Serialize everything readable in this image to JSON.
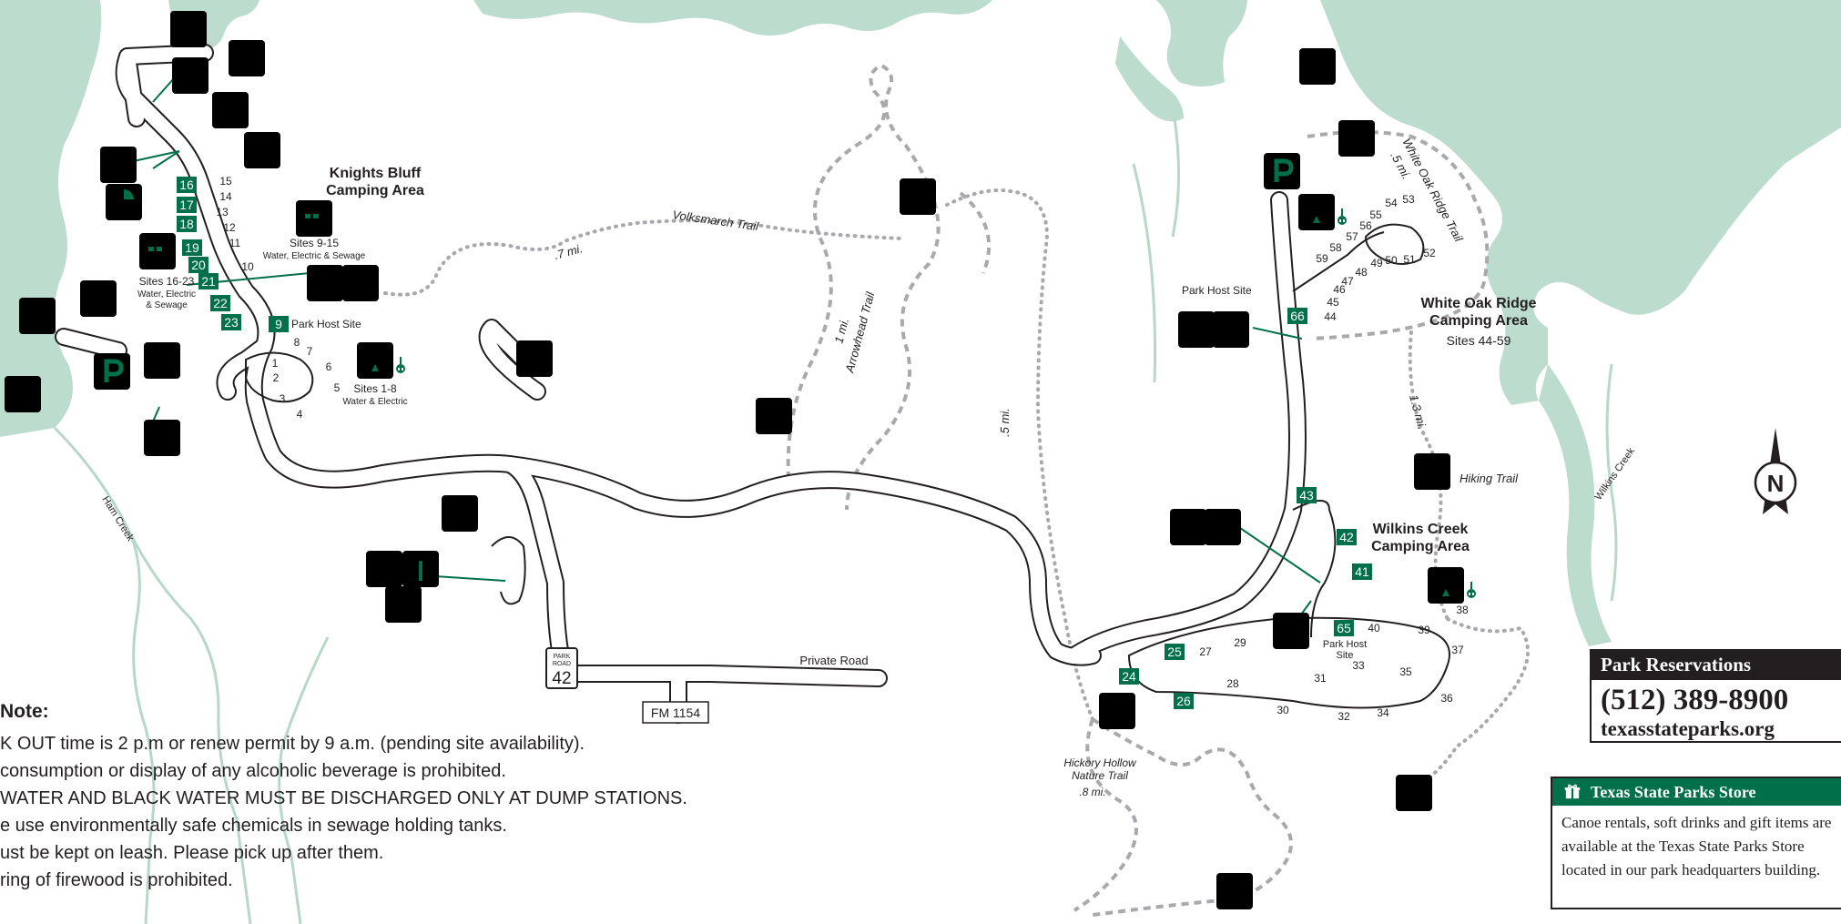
{
  "map": {
    "areas": {
      "knights_bluff": [
        "Knights Bluff",
        "Camping Area"
      ],
      "white_oak_ridge": [
        "White Oak Ridge",
        "Camping Area"
      ],
      "wilkins_creek": [
        "Wilkins Creek",
        "Camping Area"
      ]
    },
    "sites": {
      "s9_15": "Sites 9-15",
      "s9_15_sub": "Water, Electric & Sewage",
      "s16_23": "Sites 16-23",
      "s16_23_sub1": "Water, Electric",
      "s16_23_sub2": "& Sewage",
      "s1_8": "Sites 1-8",
      "s1_8_sub": "Water & Electric",
      "s44_59": "Sites 44-59",
      "park_host_site": "Park Host Site",
      "park_host_site_2": "Park Host Site",
      "park_host_wilkins_1": "Park Host",
      "park_host_wilkins_2": "Site"
    },
    "trails": {
      "volksmarch": "Volksmarch Trail",
      "volksmarch_dist": ".7 mi.",
      "arrowhead": "Arrowhead Trail",
      "arrowhead_dist": "1 mi.",
      "center_dist": ".5 mi.",
      "white_oak_trail": "White Oak Ridge Trail",
      "white_oak_dist": ".5 mi.",
      "hiking_trail": "Hiking Trail",
      "hiking_dist": "1.3 mi.",
      "hickory_1": "Hickory Hollow",
      "hickory_2": "Nature Trail",
      "hickory_dist": ".8 mi."
    },
    "creeks": {
      "ham": "Ham Creek",
      "wilkins": "Wilkins Creek"
    },
    "roads": {
      "private_road": "Private Road",
      "fm": "FM 1154",
      "park_road_1": "PARK",
      "park_road_2": "ROAD",
      "park_road_num": "42"
    },
    "north": "N",
    "parking": "P",
    "site_numbers": {
      "kb_small": [
        "15",
        "14",
        "13",
        "12",
        "11",
        "10",
        "8",
        "7",
        "6",
        "5",
        "4",
        "3",
        "2",
        "1"
      ],
      "kb_boxes": [
        "16",
        "17",
        "18",
        "19",
        "20",
        "21",
        "22",
        "23",
        "9"
      ],
      "wo_small": [
        "54",
        "53",
        "55",
        "56",
        "57",
        "58",
        "59",
        "47",
        "48",
        "49",
        "50",
        "51",
        "52",
        "46",
        "45",
        "44"
      ],
      "wo_boxes": [
        "66"
      ],
      "wc_boxes": [
        "43",
        "42",
        "41",
        "65",
        "25",
        "24",
        "26"
      ],
      "wc_small": [
        "40",
        "39",
        "38",
        "37",
        "36",
        "35",
        "34",
        "33",
        "32",
        "31",
        "30",
        "29",
        "28",
        "27"
      ]
    }
  },
  "note": {
    "heading": "Note:",
    "lines": [
      "K OUT time is 2 p.m or renew permit by 9 a.m. (pending site availability).",
      "consumption or display of any alcoholic beverage is prohibited.",
      "WATER AND BLACK WATER MUST BE DISCHARGED ONLY AT DUMP STATIONS.",
      "e use environmentally safe chemicals in sewage holding tanks.",
      "ust be kept on leash.  Please pick up after them.",
      "ring of firewood is prohibited."
    ]
  },
  "reservations": {
    "heading": "Park Reservations",
    "phone": "(512) 389-8900",
    "url": "texasstateparks.org"
  },
  "store": {
    "heading": "Texas State Parks Store",
    "body": "Canoe rentals, soft drinks and gift items are available at the Texas State Parks Store located in our park headquarters building."
  },
  "colors": {
    "water": "#bcdccd",
    "icon_green": "#00704a",
    "road_outline": "#231f20",
    "trail_gray": "#a7a9ac"
  },
  "icons": [
    "picnic-icon",
    "restroom-icon",
    "amphitheater-icon",
    "playground-icon",
    "fishing-pier-icon",
    "swimming-icon",
    "boat-ramp-icon",
    "fish-cleaning-icon",
    "parking-icon",
    "tent-camping-icon",
    "rv-camping-icon",
    "shower-icon",
    "hiking-icon",
    "headquarters-icon",
    "dump-station-icon",
    "interpretive-icon",
    "gift-shop-icon",
    "star-icon",
    "north-arrow-icon",
    "group-shelter-icon"
  ]
}
